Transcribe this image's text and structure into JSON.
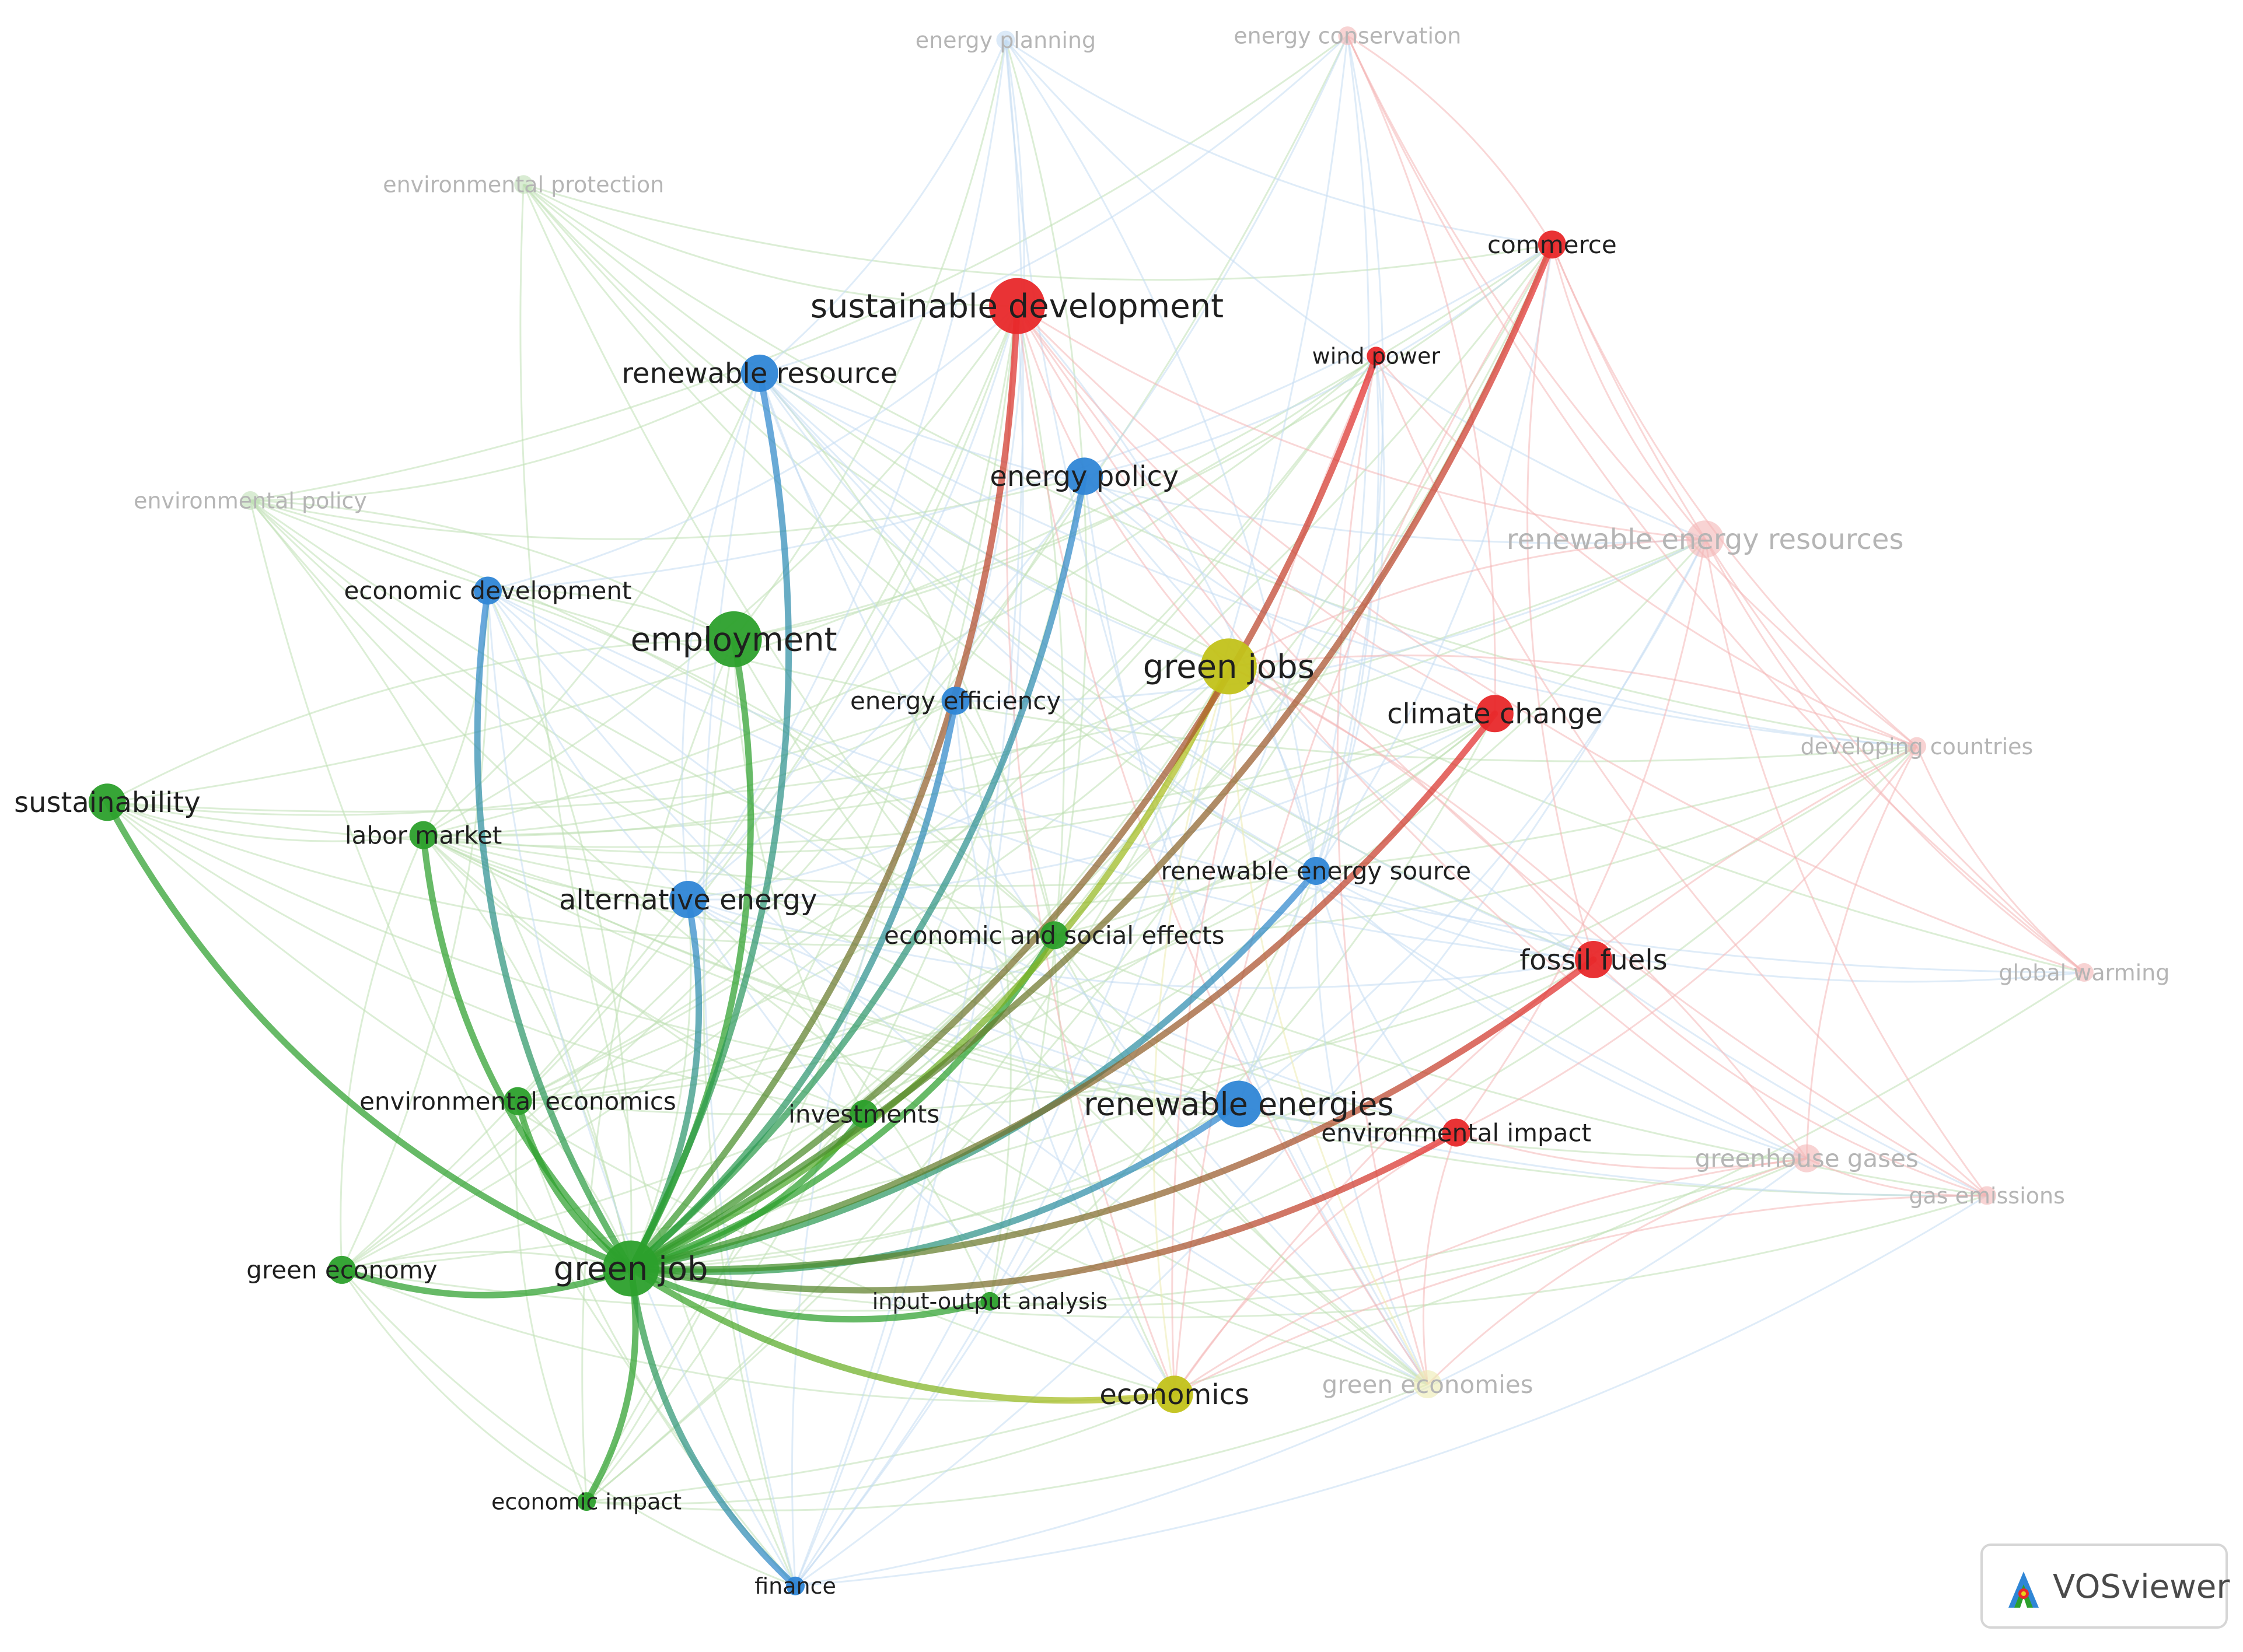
{
  "colors": {
    "red": "#e8282a",
    "blue": "#2f86d6",
    "green": "#2ca02c",
    "yellow": "#c2c21a",
    "faded_red": "#f4b6b6",
    "faded_green": "#bfe0b5",
    "faded_blue": "#c5dcf3",
    "faded_yellow": "#ecebb0"
  },
  "network": {
    "nodes": [
      {
        "id": "green_job",
        "label": "green job",
        "cluster": "green",
        "weight": 5,
        "faded": false
      },
      {
        "id": "employment",
        "label": "employment",
        "cluster": "green",
        "weight": 5,
        "faded": false
      },
      {
        "id": "sustainability",
        "label": "sustainability",
        "cluster": "green",
        "weight": 3,
        "faded": false
      },
      {
        "id": "labor_market",
        "label": "labor market",
        "cluster": "green",
        "weight": 2,
        "faded": false
      },
      {
        "id": "environmental_economics",
        "label": "environmental economics",
        "cluster": "green",
        "weight": 2,
        "faded": false
      },
      {
        "id": "investments",
        "label": "investments",
        "cluster": "green",
        "weight": 2,
        "faded": false
      },
      {
        "id": "economic_and_social_effects",
        "label": "economic and social effects",
        "cluster": "green",
        "weight": 2,
        "faded": false
      },
      {
        "id": "green_economy",
        "label": "green economy",
        "cluster": "green",
        "weight": 2,
        "faded": false
      },
      {
        "id": "input_output_analysis",
        "label": "input-output analysis",
        "cluster": "green",
        "weight": 1,
        "faded": false
      },
      {
        "id": "economic_impact",
        "label": "economic impact",
        "cluster": "green",
        "weight": 1,
        "faded": false
      },
      {
        "id": "environmental_protection",
        "label": "environmental protection",
        "cluster": "green",
        "weight": 1,
        "faded": true
      },
      {
        "id": "environmental_policy",
        "label": "environmental policy",
        "cluster": "green",
        "weight": 1,
        "faded": true
      },
      {
        "id": "renewable_resource",
        "label": "renewable resource",
        "cluster": "blue",
        "weight": 3,
        "faded": false
      },
      {
        "id": "energy_policy",
        "label": "energy policy",
        "cluster": "blue",
        "weight": 3,
        "faded": false
      },
      {
        "id": "economic_development",
        "label": "economic development",
        "cluster": "blue",
        "weight": 2,
        "faded": false
      },
      {
        "id": "energy_efficiency",
        "label": "energy efficiency",
        "cluster": "blue",
        "weight": 2,
        "faded": false
      },
      {
        "id": "alternative_energy",
        "label": "alternative energy",
        "cluster": "blue",
        "weight": 3,
        "faded": false
      },
      {
        "id": "renewable_energy_source",
        "label": "renewable energy source",
        "cluster": "blue",
        "weight": 2,
        "faded": false
      },
      {
        "id": "renewable_energies",
        "label": "renewable energies",
        "cluster": "blue",
        "weight": 4,
        "faded": false
      },
      {
        "id": "finance",
        "label": "finance",
        "cluster": "blue",
        "weight": 1,
        "faded": false
      },
      {
        "id": "energy_planning",
        "label": "energy planning",
        "cluster": "blue",
        "weight": 1,
        "faded": true
      },
      {
        "id": "sustainable_development",
        "label": "sustainable development",
        "cluster": "red",
        "weight": 5,
        "faded": false
      },
      {
        "id": "commerce",
        "label": "commerce",
        "cluster": "red",
        "weight": 2,
        "faded": false
      },
      {
        "id": "wind_power",
        "label": "wind power",
        "cluster": "red",
        "weight": 1,
        "faded": false
      },
      {
        "id": "climate_change",
        "label": "climate change",
        "cluster": "red",
        "weight": 3,
        "faded": false
      },
      {
        "id": "fossil_fuels",
        "label": "fossil fuels",
        "cluster": "red",
        "weight": 3,
        "faded": false
      },
      {
        "id": "environmental_impact",
        "label": "environmental impact",
        "cluster": "red",
        "weight": 2,
        "faded": false
      },
      {
        "id": "energy_conservation",
        "label": "energy conservation",
        "cluster": "red",
        "weight": 1,
        "faded": true
      },
      {
        "id": "renewable_energy_resources",
        "label": "renewable energy resources",
        "cluster": "red",
        "weight": 3,
        "faded": true
      },
      {
        "id": "developing_countries",
        "label": "developing countries",
        "cluster": "red",
        "weight": 1,
        "faded": true
      },
      {
        "id": "global_warming",
        "label": "global warming",
        "cluster": "red",
        "weight": 1,
        "faded": true
      },
      {
        "id": "greenhouse_gases",
        "label": "greenhouse gases",
        "cluster": "red",
        "weight": 2,
        "faded": true
      },
      {
        "id": "gas_emissions",
        "label": "gas emissions",
        "cluster": "red",
        "weight": 1,
        "faded": true
      },
      {
        "id": "green_jobs",
        "label": "green jobs",
        "cluster": "yellow",
        "weight": 5,
        "faded": false
      },
      {
        "id": "economics",
        "label": "economics",
        "cluster": "yellow",
        "weight": 3,
        "faded": false
      },
      {
        "id": "green_economies",
        "label": "green economies",
        "cluster": "yellow",
        "weight": 2,
        "faded": true
      }
    ],
    "highlighted_links": [
      [
        "green_job",
        "sustainability"
      ],
      [
        "green_job",
        "labor_market"
      ],
      [
        "green_job",
        "environmental_economics"
      ],
      [
        "green_job",
        "green_economy"
      ],
      [
        "green_job",
        "economic_impact"
      ],
      [
        "green_job",
        "finance"
      ],
      [
        "green_job",
        "economics"
      ],
      [
        "green_job",
        "input_output_analysis"
      ],
      [
        "green_job",
        "investments"
      ],
      [
        "green_job",
        "economic_and_social_effects"
      ],
      [
        "green_job",
        "renewable_energies"
      ],
      [
        "green_job",
        "environmental_impact"
      ],
      [
        "green_job",
        "fossil_fuels"
      ],
      [
        "green_job",
        "renewable_energy_source"
      ],
      [
        "green_job",
        "green_jobs"
      ],
      [
        "green_job",
        "climate_change"
      ],
      [
        "green_job",
        "commerce"
      ],
      [
        "green_job",
        "sustainable_development"
      ],
      [
        "green_job",
        "wind_power"
      ],
      [
        "green_job",
        "energy_policy"
      ],
      [
        "green_job",
        "energy_efficiency"
      ],
      [
        "green_job",
        "alternative_energy"
      ],
      [
        "green_job",
        "employment"
      ],
      [
        "green_job",
        "renewable_resource"
      ],
      [
        "green_job",
        "economic_development"
      ]
    ]
  },
  "branding": {
    "logo_text": "VOSviewer"
  }
}
